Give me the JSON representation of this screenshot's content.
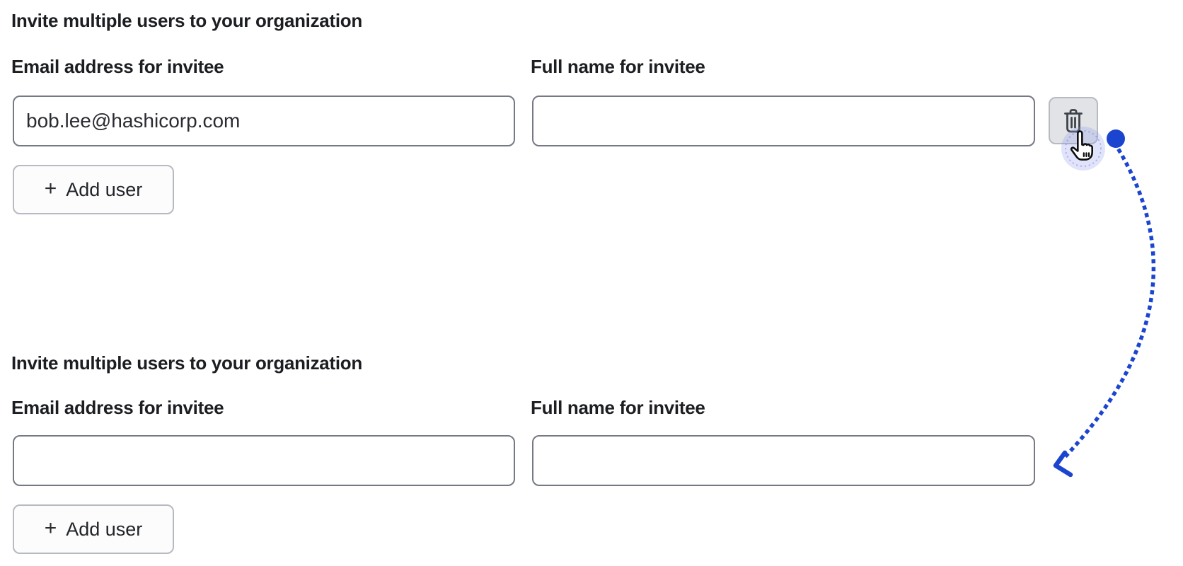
{
  "page": {
    "background": "#ffffff"
  },
  "sections": [
    {
      "title": "Invite multiple users to your organization",
      "fields": [
        {
          "label": "Email address for invitee",
          "value": "bob.lee@hashicorp.com"
        },
        {
          "label": "Full name for invitee",
          "value": ""
        }
      ],
      "add_user_button": {
        "icon": "+",
        "label": "Add user"
      },
      "delete_button": {
        "icon_name": "trash-icon"
      }
    },
    {
      "title": "Invite multiple users to your organization",
      "fields": [
        {
          "label": "Email address for invitee",
          "value": ""
        },
        {
          "label": "Full name for invitee",
          "value": ""
        }
      ],
      "add_user_button": {
        "icon": "+",
        "label": "Add user"
      }
    }
  ],
  "annotation": {
    "arrow_color": "#1b45cf",
    "cursor": "pointer-hand",
    "highlight_color": "rgba(143,154,232,0.28)"
  }
}
